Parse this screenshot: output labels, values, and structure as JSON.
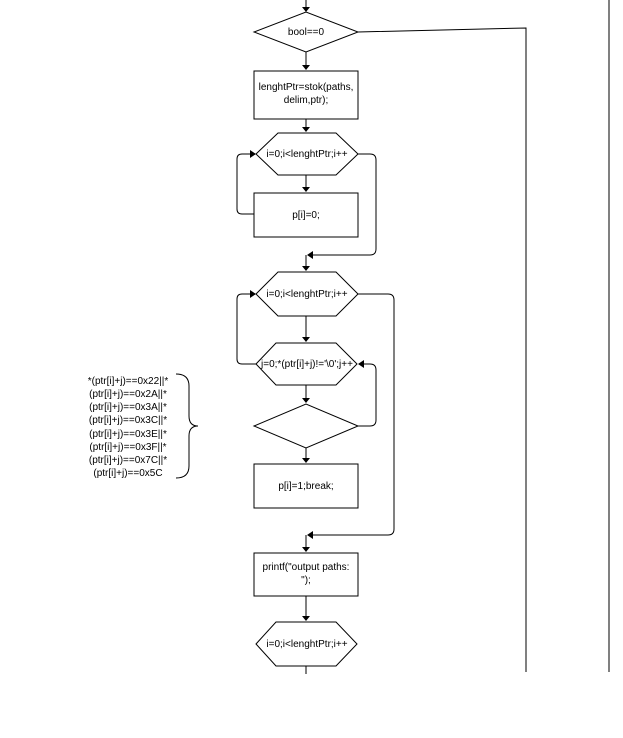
{
  "flowchart": {
    "cond_bool": "bool==0",
    "proc_stok": [
      "lenghtPtr=stok(paths,",
      "delim,ptr);"
    ],
    "loop1": "i=0;i<lenghtPtr;i++",
    "proc_p0": "p[i]=0;",
    "loop2": "i=0;i<lenghtPtr;i++",
    "loop3": "j=0;*(ptr[i]+j)!='\\0';j++",
    "cond_chars": "",
    "proc_p1": "p[i]=1;break;",
    "proc_printf": [
      "printf(\"output paths:",
      "\");"
    ],
    "loop4": "i=0;i<lenghtPtr;i++"
  },
  "annotation": {
    "lines": [
      "*(ptr[i]+j)==0x22||*",
      "(ptr[i]+j)==0x2A||*",
      "(ptr[i]+j)==0x3A||*",
      "(ptr[i]+j)==0x3C||*",
      "(ptr[i]+j)==0x3E||*",
      "(ptr[i]+j)==0x3F||*",
      "(ptr[i]+j)==0x7C||*",
      "(ptr[i]+j)==0x5C"
    ]
  }
}
